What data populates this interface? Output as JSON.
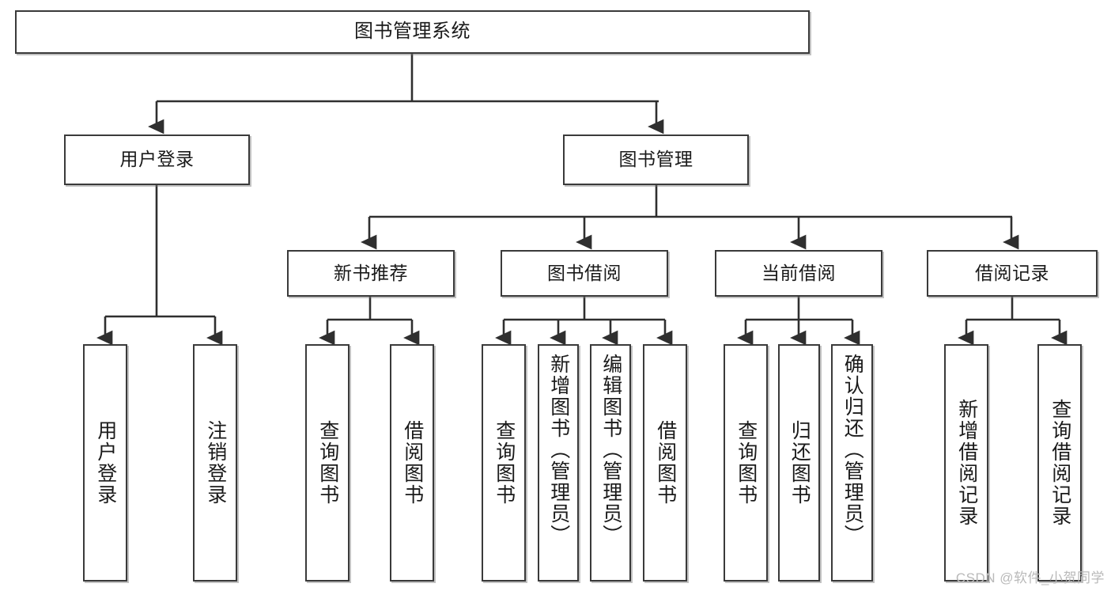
{
  "diagram": {
    "title": "图书管理系统",
    "type": "tree",
    "watermark": "CSDN @软件_小贺同学",
    "colors": {
      "border": "#3a3a3a",
      "background": "#ffffff",
      "text": "#1a1a1a",
      "watermark": "#b9b9b9"
    },
    "nodes": {
      "root": {
        "label": "图书管理系统"
      },
      "level1": [
        {
          "label": "用户登录"
        },
        {
          "label": "图书管理"
        }
      ],
      "level2": [
        {
          "label": "新书推荐"
        },
        {
          "label": "图书借阅"
        },
        {
          "label": "当前借阅"
        },
        {
          "label": "借阅记录"
        }
      ],
      "leaves": {
        "user_login": [
          {
            "label": "用户登录"
          },
          {
            "label": "注销登录"
          }
        ],
        "new_book": [
          {
            "label": "查询图书"
          },
          {
            "label": "借阅图书"
          }
        ],
        "book_borrow": [
          {
            "label": "查询图书"
          },
          {
            "label": "新增图书（管理员）"
          },
          {
            "label": "编辑图书（管理员）"
          },
          {
            "label": "借阅图书"
          }
        ],
        "current_borrow": [
          {
            "label": "查询图书"
          },
          {
            "label": "归还图书"
          },
          {
            "label": "确认归还（管理员）"
          }
        ],
        "borrow_record": [
          {
            "label": "新增借阅记录"
          },
          {
            "label": "查询借阅记录"
          }
        ]
      }
    }
  }
}
